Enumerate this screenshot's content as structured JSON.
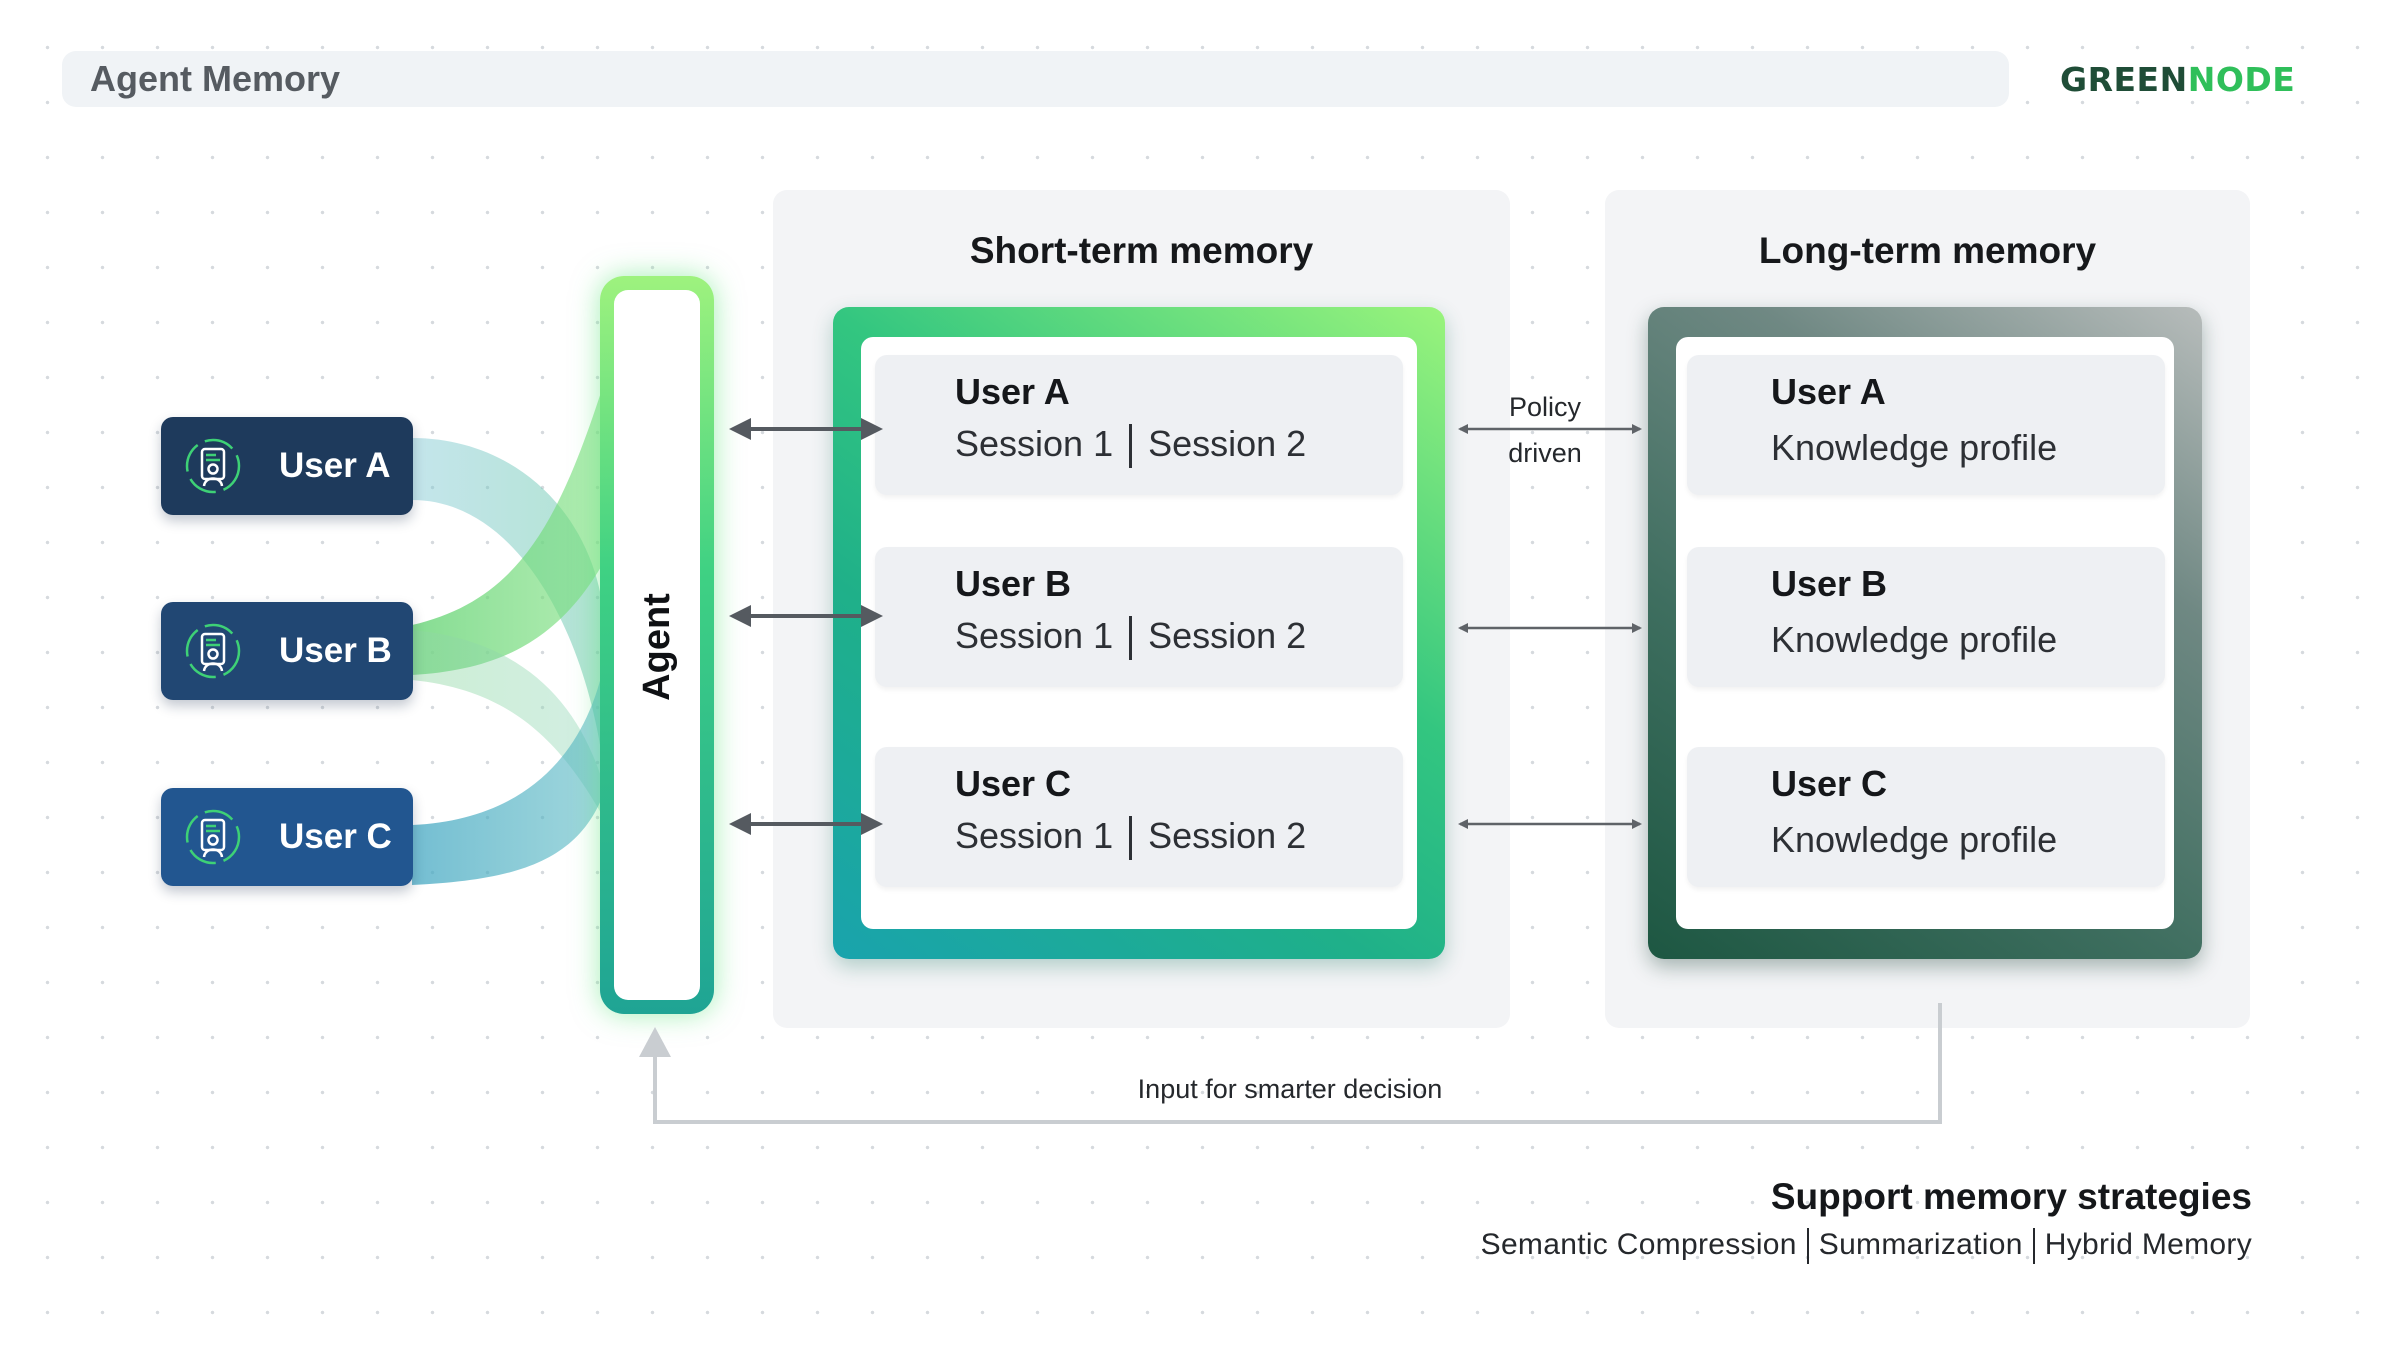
{
  "header": {
    "title": "Agent Memory",
    "logo_part1": "GREEN",
    "logo_part2": "NODE"
  },
  "users": [
    {
      "label": "User A",
      "color": "#1e3a5c"
    },
    {
      "label": "User B",
      "color": "#214773"
    },
    {
      "label": "User C",
      "color": "#225690"
    }
  ],
  "agent": {
    "label": "Agent"
  },
  "short_term": {
    "title": "Short-term memory",
    "cards": [
      {
        "user": "User A",
        "session1": "Session 1",
        "session2": "Session 2"
      },
      {
        "user": "User B",
        "session1": "Session 1",
        "session2": "Session 2"
      },
      {
        "user": "User C",
        "session1": "Session 1",
        "session2": "Session 2"
      }
    ]
  },
  "policy": {
    "line1": "Policy",
    "line2": "driven"
  },
  "long_term": {
    "title": "Long-term memory",
    "cards": [
      {
        "user": "User A",
        "profile": "Knowledge profile"
      },
      {
        "user": "User B",
        "profile": "Knowledge profile"
      },
      {
        "user": "User C",
        "profile": "Knowledge profile"
      }
    ]
  },
  "feedback": {
    "label": "Input for smarter decision"
  },
  "strategies": {
    "title": "Support memory strategies",
    "items": [
      "Semantic Compression",
      "Summarization",
      "Hybrid Memory"
    ]
  },
  "colors": {
    "brand_green": "#2fbf5a",
    "brand_dark": "#1f4d37",
    "short_gradient_start": "#9af47c",
    "short_gradient_end": "#19a3ad",
    "long_gradient_start": "#b7bcbb",
    "long_gradient_end": "#1d5742"
  }
}
